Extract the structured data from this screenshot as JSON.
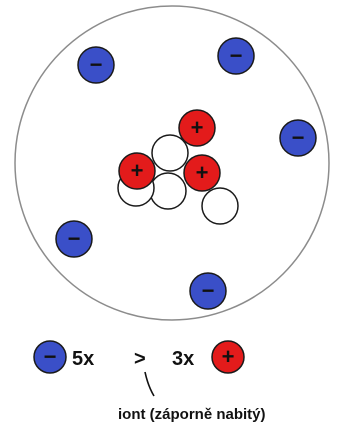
{
  "atom": {
    "electron_count": 5,
    "proton_count": 3,
    "neutron_count": 4,
    "electron_sign": "−",
    "proton_sign": "+"
  },
  "legend": {
    "electron_count_text": "5x",
    "comparison_symbol": ">",
    "proton_count_text": "3x"
  },
  "caption": "iont (záporně nabitý)",
  "colors": {
    "electron_fill": "#3a4fc8",
    "proton_fill": "#e31b1b",
    "neutron_fill": "#ffffff",
    "outline": "#1a1a1a",
    "shell_stroke": "#8c8c8c"
  }
}
